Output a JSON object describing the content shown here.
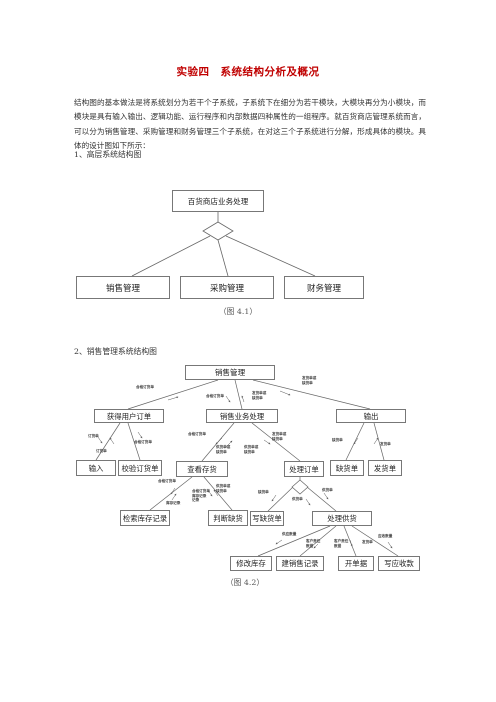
{
  "title": "实验四　系统结构分析及概况",
  "paragraph": "结构图的基本做法是将系统划分为若干个子系统，子系统下在细分为若干模块，大模块再分为小模块，而模块是具有输入输出、逻辑功能、运行程序和内部数据四种属性的一组程序。就百货商店管理系统而言，可以分为销售管理、采购管理和财务管理三个子系统，在对这三个子系统进行分解，形成具体的模块。具体的设计图如下所示：",
  "section1": {
    "heading": "1、高层系统结构图",
    "root": "百货商店业务处理",
    "children": [
      "销售管理",
      "采购管理",
      "财务管理"
    ],
    "caption": "（图 4.1）"
  },
  "section2": {
    "heading": "2、销售管理系统结构图",
    "caption": "（图 4.2）",
    "nodes": {
      "root": "销售管理",
      "get_order": "获得用户订单",
      "sales_proc": "销售业务处理",
      "output": "输出",
      "input": "输入",
      "verify": "校验订货单",
      "check_stock": "查看存货",
      "handle_order": "处理订单",
      "shortage_list": "缺货单",
      "ship_list": "发货单",
      "search_stock": "检索库存记录",
      "judge_short": "判断缺货",
      "write_short": "写缺货单",
      "handle_supply": "处理供货",
      "modify_stock": "修改库存",
      "create_sales": "建销售记录",
      "bill": "开单据",
      "write_receivable": "写应收款"
    },
    "edge_labels": {
      "a1": "合格订货单",
      "a2": "发货单或\n缺货单",
      "b1": "合格订货单",
      "b2": "发货单或\n缺货单",
      "c1": "订货单",
      "c2": "订货单",
      "c3": "合格订货单",
      "d1": "合格订货单",
      "d2": "供货单或\n缺货单",
      "d3": "供货单或\n缺货单",
      "d4": "发货单或\n缺货单",
      "e1": "缺货单",
      "e2": "发货单",
      "f1": "合格订货单",
      "f2": "库存记录",
      "f3": "合格订货单\n库存记录\n记录",
      "f4": "供货单或\n缺货单",
      "g1": "缺货单",
      "g2": "供货单",
      "g3": "供货单",
      "h1": "供应数量",
      "h2": "客户责任\n数据",
      "h3": "客户责任\n数据",
      "h4": "发货单",
      "h5": "应收数量"
    }
  }
}
